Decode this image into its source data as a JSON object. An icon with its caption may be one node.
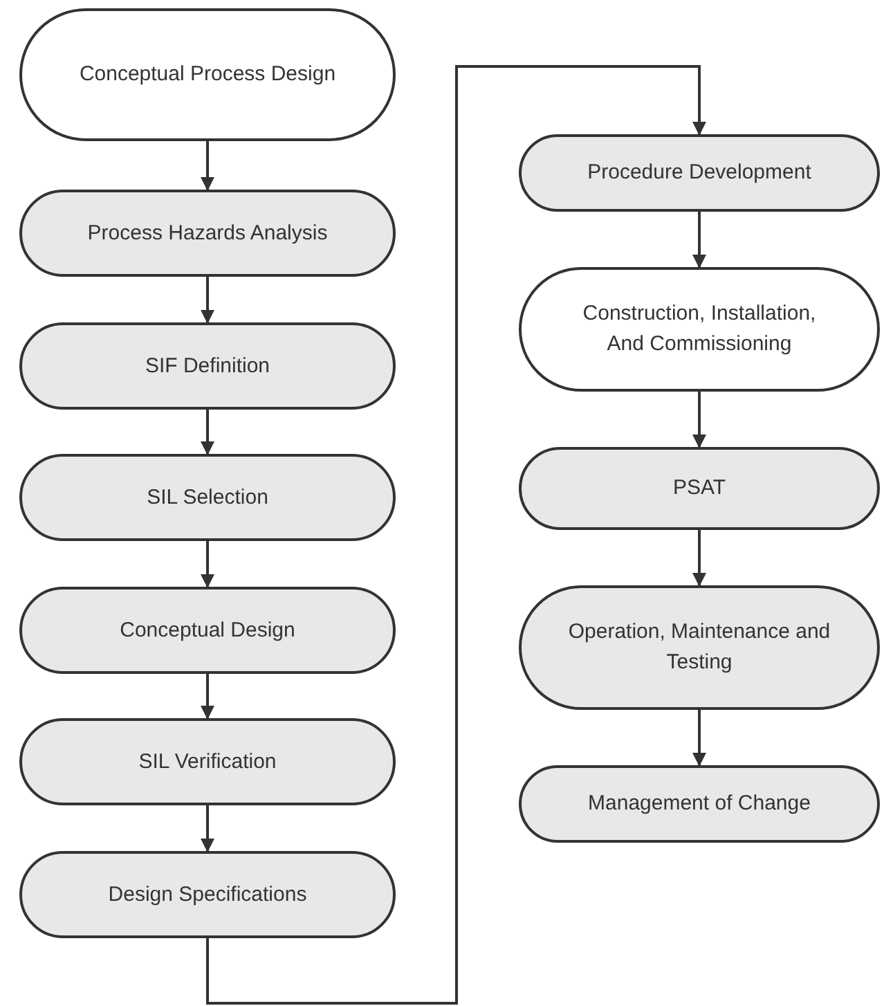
{
  "diagram": {
    "nodes": [
      {
        "text": [
          "Conceptual Process Design"
        ]
      },
      {
        "text": [
          "Process Hazards Analysis"
        ]
      },
      {
        "text": [
          "SIF Definition"
        ]
      },
      {
        "text": [
          "SIL Selection"
        ]
      },
      {
        "text": [
          "Conceptual Design"
        ]
      },
      {
        "text": [
          "SIL Verification"
        ]
      },
      {
        "text": [
          "Design Specifications"
        ]
      },
      {
        "text": [
          "Procedure Development"
        ]
      },
      {
        "text": [
          "Construction, Installation, And Commissioning"
        ]
      },
      {
        "text": [
          "PSAT"
        ]
      },
      {
        "text": [
          "Operation, Maintenance and Testing"
        ]
      },
      {
        "text": [
          "Management of Change"
        ]
      }
    ],
    "edges": [
      {
        "from": 0,
        "to": 1,
        "arrow": "to"
      },
      {
        "from": 1,
        "to": 2,
        "arrow": "to"
      },
      {
        "from": 2,
        "to": 3,
        "arrow": "to"
      },
      {
        "from": 3,
        "to": 4,
        "arrow": "to"
      },
      {
        "from": 4,
        "to": 5,
        "arrow": "to"
      },
      {
        "from": 5,
        "to": 6,
        "arrow": "to"
      },
      {
        "from": 6,
        "to": 7,
        "arrow": "to"
      },
      {
        "from": 7,
        "to": 8,
        "arrow": "to"
      },
      {
        "from": 8,
        "to": 9,
        "arrow": "to"
      },
      {
        "from": 9,
        "to": 10,
        "arrow": "to"
      },
      {
        "from": 10,
        "to": 11,
        "arrow": "to"
      }
    ]
  }
}
